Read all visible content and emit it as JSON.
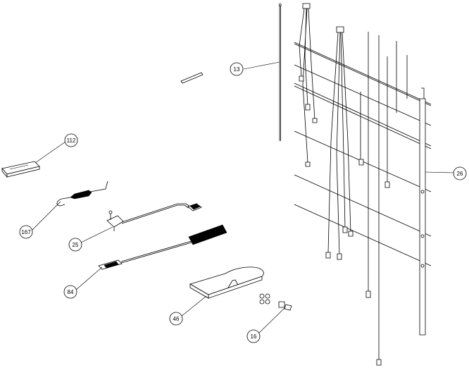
{
  "callouts": [
    {
      "id": "13"
    },
    {
      "id": "112"
    },
    {
      "id": "167"
    },
    {
      "id": "25"
    },
    {
      "id": "84"
    },
    {
      "id": "46"
    },
    {
      "id": "16"
    },
    {
      "id": "26"
    }
  ]
}
